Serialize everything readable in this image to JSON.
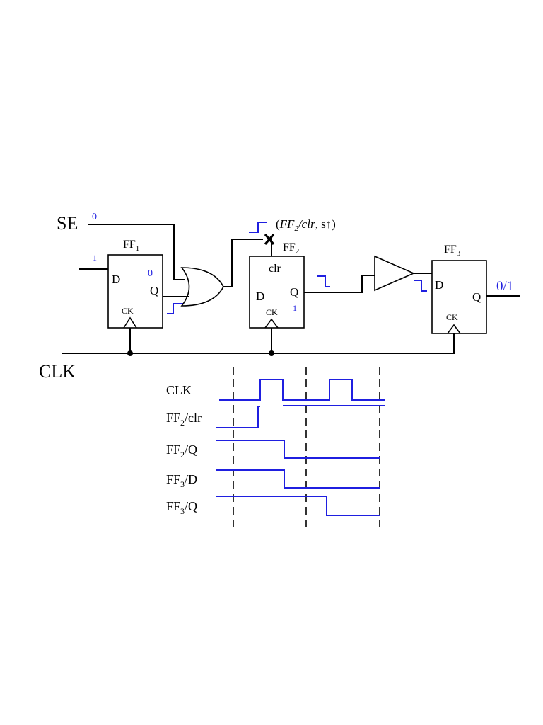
{
  "circuit": {
    "se_label": "SE",
    "se_value": "0",
    "clk_label": "CLK",
    "ff1": {
      "name": "FF",
      "sub": "1",
      "d": "D",
      "q": "Q",
      "ck": "CK",
      "d_value": "1",
      "q_value": "0"
    },
    "ff2": {
      "name": "FF",
      "sub": "2",
      "clr": "clr",
      "d": "D",
      "q": "Q",
      "ck": "CK",
      "q_value": "1"
    },
    "ff3": {
      "name": "FF",
      "sub": "3",
      "d": "D",
      "q": "Q",
      "ck": "CK"
    },
    "fault_annotation": {
      "open": "(",
      "ff": "FF",
      "sub": "2",
      "rest": "/clr",
      "tail": ", s↑)"
    },
    "output_value": "0/1"
  },
  "timing": {
    "signals": [
      {
        "name": "CLK",
        "sub": "",
        "rest": ""
      },
      {
        "name": "FF",
        "sub": "2",
        "rest": "/clr"
      },
      {
        "name": "FF",
        "sub": "2",
        "rest": "/Q"
      },
      {
        "name": "FF",
        "sub": "3",
        "rest": "/D"
      },
      {
        "name": "FF",
        "sub": "3",
        "rest": "/Q"
      }
    ]
  },
  "colors": {
    "wire": "#000000",
    "annotation": "#1f1fe0"
  }
}
